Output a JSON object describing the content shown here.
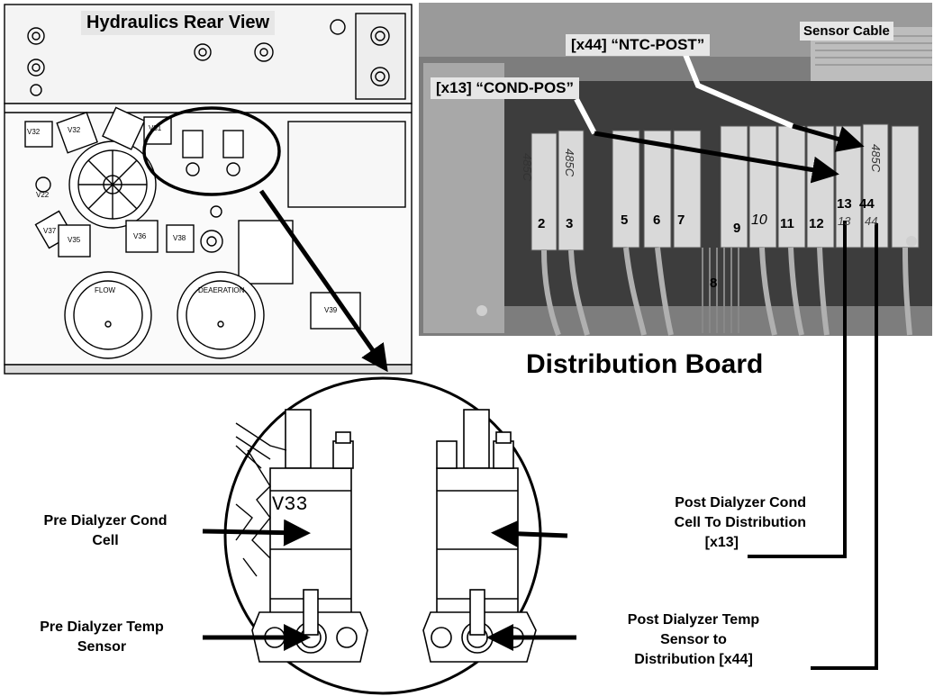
{
  "hydraulics_title": "Hydraulics Rear View",
  "distribution_title": "Distribution Board",
  "sensor_cable": "Sensor Cable",
  "x44_tag": "[x44] “NTC-POST”",
  "x13_tag": "[x13] “COND-POS”",
  "connector_numbers": [
    "2",
    "3",
    "5",
    "6",
    "7",
    "9",
    "10",
    "11",
    "12",
    "13",
    "44",
    "8"
  ],
  "handwritten": {
    "c2": "485C",
    "c3": "485C",
    "c44": "485C",
    "c7": "7",
    "c9": "9",
    "c10": "10",
    "c13": "13",
    "c44b": "44"
  },
  "panel_labels": {
    "v31": "V31",
    "v32": "V32",
    "v33": "V33",
    "v35": "V35",
    "v36": "V36",
    "v37": "V37",
    "v38": "V38",
    "v39": "V39",
    "v22": "V22",
    "flow": "FLOW",
    "deaeration": "DEAERATION"
  },
  "zoom_label": "V33",
  "callouts": {
    "pre_cond_line1": "Pre Dialyzer  Cond",
    "pre_cond_line2": "Cell",
    "pre_temp_line1": "Pre Dialyzer  Temp",
    "pre_temp_line2": "Sensor",
    "post_cond_line1": "Post Dialyzer  Cond",
    "post_cond_line2": "Cell To Distribution",
    "post_cond_line3": "[x13]",
    "post_temp_line1": "Post Dialyzer  Temp",
    "post_temp_line2": "Sensor to",
    "post_temp_line3": "Distribution  [x44]"
  },
  "colors": {
    "photo_dark": "#2b2b2b",
    "photo_mid": "#8a8a8a",
    "connector": "#d8d8d8",
    "line": "#000000"
  }
}
